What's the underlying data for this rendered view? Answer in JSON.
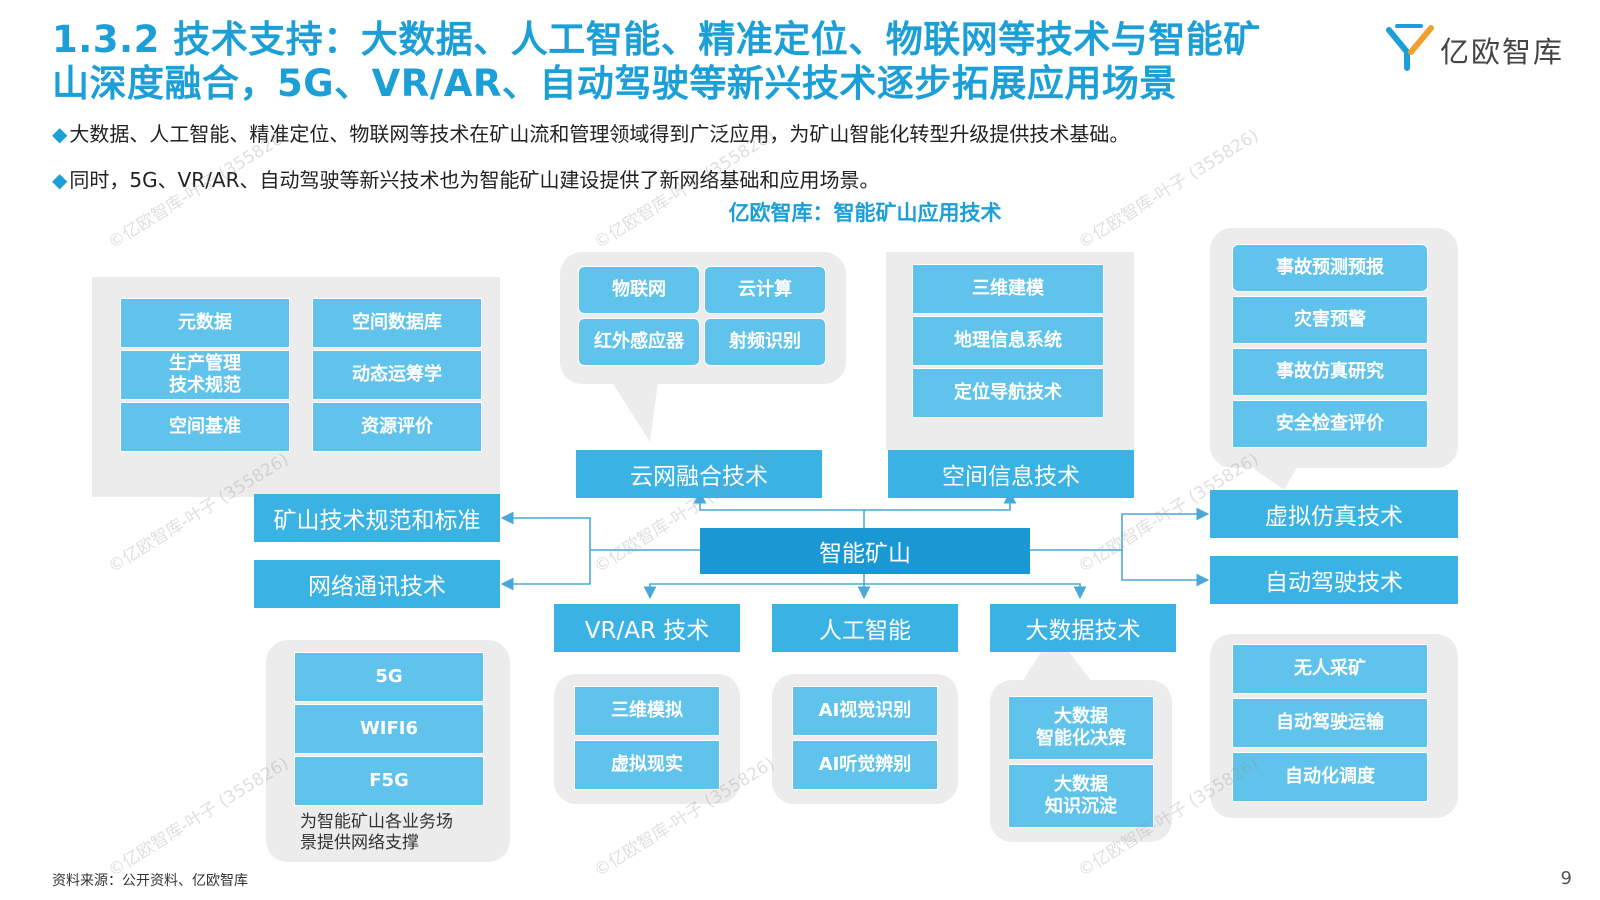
{
  "header": {
    "title_line1": "1.3.2 技术支持：大数据、人工智能、精准定位、物联网等技术与智能矿",
    "title_line2": "山深度融合，5G、VR/AR、自动驾驶等新兴技术逐步拓展应用场景",
    "logo_text": "亿欧智库"
  },
  "bullets": [
    "大数据、人工智能、精准定位、物联网等技术在矿山流和管理领域得到广泛应用，为矿山智能化转型升级提供技术基础。",
    "同时，5G、VR/AR、自动驾驶等新兴技术也为智能矿山建设提供了新网络基础和应用场景。"
  ],
  "bullet_marker": "◆",
  "diagram": {
    "caption": "亿欧智库：智能矿山应用技术",
    "core": "智能矿山",
    "standards": {
      "label": "矿山技术规范和标准",
      "items": [
        "元数据",
        "空间数据库",
        "生产管理\n技术规范",
        "动态运筹学",
        "空间基准",
        "资源评价"
      ]
    },
    "network": {
      "label": "网络通讯技术",
      "items": [
        "5G",
        "WIFI6",
        "F5G"
      ],
      "note": "为智能矿山各业务场\n景提供网络支撑"
    },
    "cloud": {
      "label": "云网融合技术",
      "items": [
        "物联网",
        "云计算",
        "红外感应器",
        "射频识别"
      ]
    },
    "spatial": {
      "label": "空间信息技术",
      "items": [
        "三维建模",
        "地理信息系统",
        "定位导航技术"
      ]
    },
    "simulation": {
      "label": "虚拟仿真技术",
      "items": [
        "事故预测预报",
        "灾害预警",
        "事故仿真研究",
        "安全检查评价"
      ]
    },
    "autodrive": {
      "label": "自动驾驶技术",
      "items": [
        "无人采矿",
        "自动驾驶运输",
        "自动化调度"
      ]
    },
    "vrar": {
      "label": "VR/AR 技术",
      "items": [
        "三维模拟",
        "虚拟现实"
      ]
    },
    "ai": {
      "label": "人工智能",
      "items": [
        "AI视觉识别",
        "AI听觉辨别"
      ]
    },
    "bigdata": {
      "label": "大数据技术",
      "items": [
        "大数据\n智能化决策",
        "大数据\n知识沉淀"
      ]
    }
  },
  "watermark": "©亿欧智库-叶子 (355826)",
  "footer": {
    "source": "资料来源：公开资料、亿欧智库",
    "page_number": "9"
  },
  "colors": {
    "title": "#1b9fd6",
    "tile": "#5fc3ec",
    "category": "#3bb2e4",
    "core": "#1a98d4",
    "panel": "#ececec"
  }
}
